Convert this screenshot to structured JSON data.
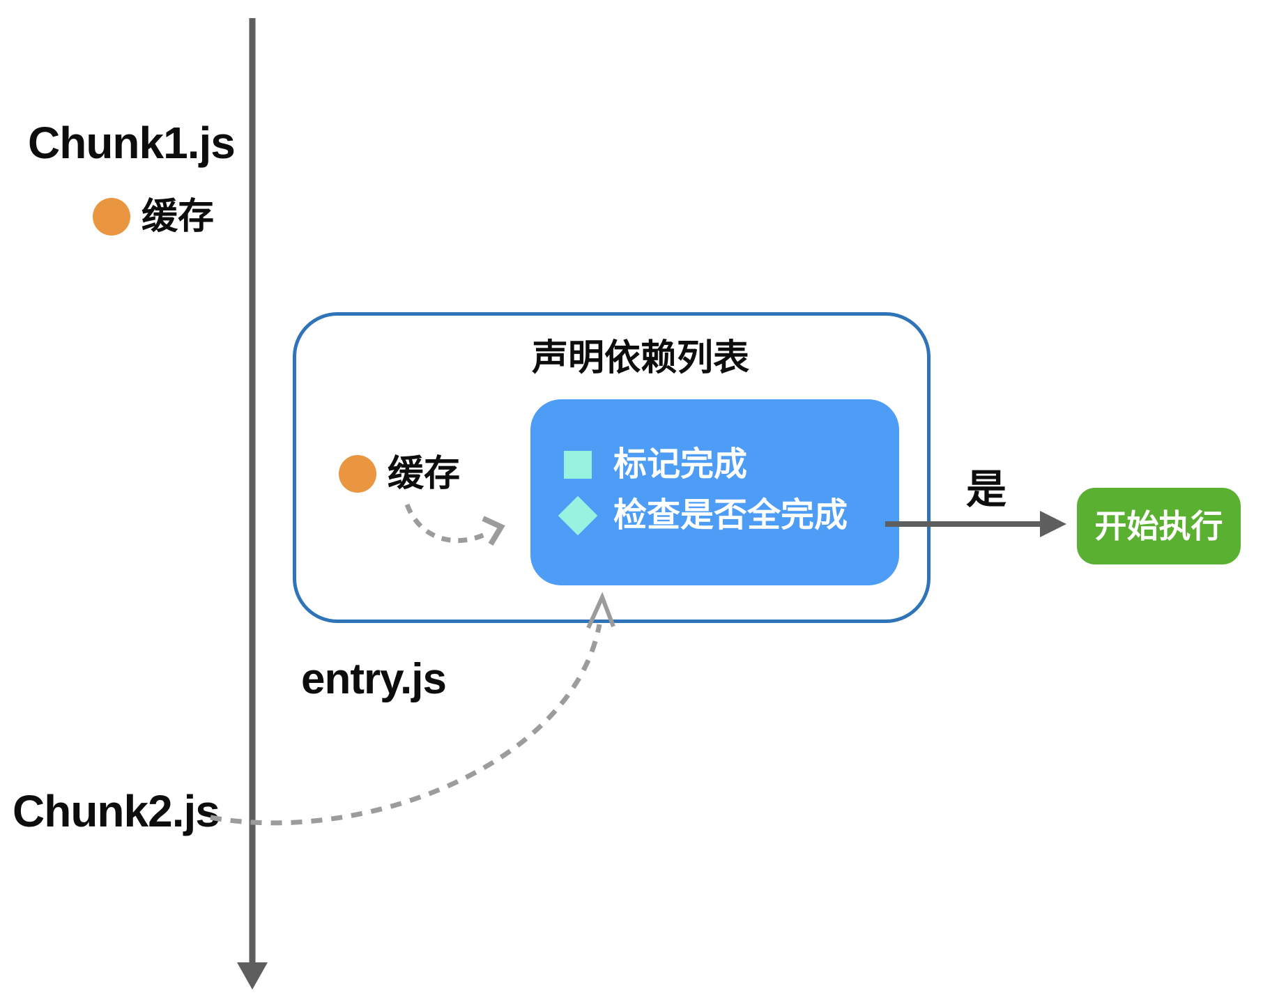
{
  "diagram": {
    "lanes": {
      "chunk1_label": "Chunk1.js",
      "chunk2_label": "Chunk2.js",
      "entry_label": "entry.js"
    },
    "cache_outside": {
      "icon": "orange-dot-icon",
      "label": "缓存"
    },
    "cache_inside": {
      "icon": "orange-dot-icon",
      "label": "缓存"
    },
    "dependency_box": {
      "title": "声明依赖列表",
      "items": [
        {
          "icon": "square-icon",
          "label": "标记完成"
        },
        {
          "icon": "diamond-icon",
          "label": "检查是否全完成"
        }
      ]
    },
    "yes_label": "是",
    "start_box": {
      "label": "开始执行"
    },
    "colors": {
      "outer_border_blue": "#2F74B8",
      "inner_box_blue": "#4D9CF5",
      "icon_teal": "#97F3E0",
      "cache_orange": "#EA9640",
      "start_green": "#5AB031",
      "solid_arrow_gray": "#5E5E5E",
      "dashed_arrow_gray": "#9C9C9C",
      "text_black": "#0d0d0d",
      "text_white": "#ffffff"
    }
  }
}
